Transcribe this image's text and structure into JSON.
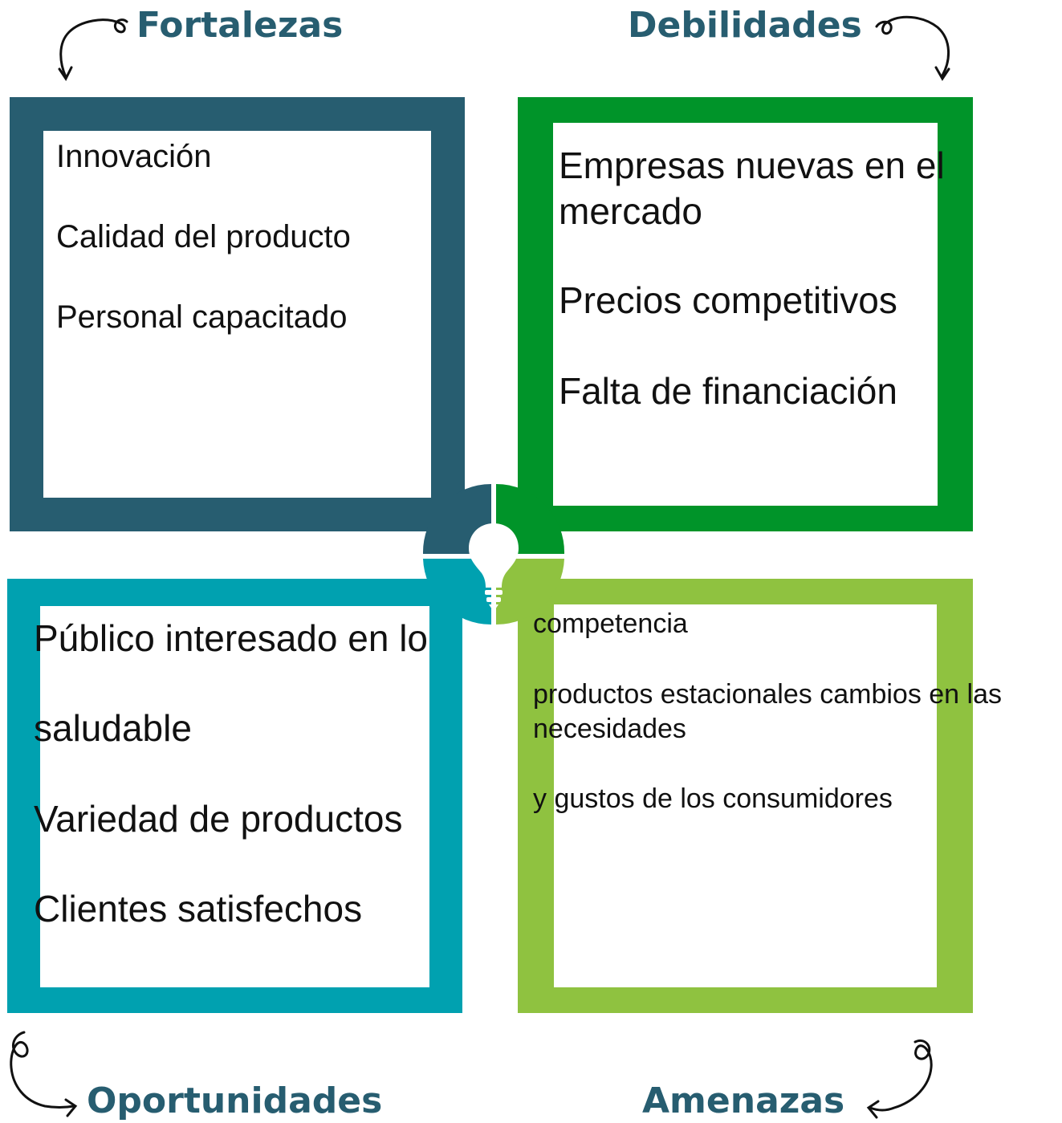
{
  "quadrants": {
    "strengths": {
      "title": "Fortalezas",
      "color": "#275d70",
      "items": [
        "Innovación",
        "Calidad del producto",
        "Personal capacitado"
      ]
    },
    "weaknesses": {
      "title": "Debilidades",
      "color": "#009429",
      "items": [
        "Empresas nuevas en el",
        "mercado",
        "Precios competitivos",
        "Falta de financiación"
      ]
    },
    "opportunities": {
      "title": "Oportunidades",
      "color": "#00a1b0",
      "items": [
        "Público interesado en lo",
        "saludable",
        "Variedad de productos",
        "Clientes satisfechos"
      ]
    },
    "threats": {
      "title": "Amenazas",
      "color": "#8fc240",
      "items": [
        "competencia",
        "productos estacionales cambios en las",
        "necesidades",
        "y gustos de los consumidores"
      ]
    }
  },
  "center_icon": "lightbulb-icon",
  "arrow_icon": "curly-arrow-icon"
}
